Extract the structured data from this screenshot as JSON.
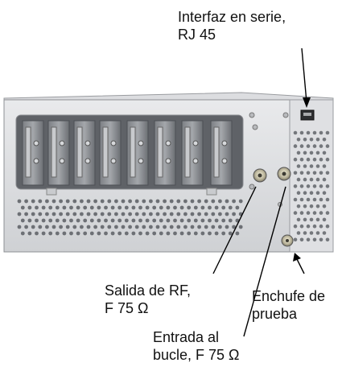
{
  "callouts": {
    "serial_interface": {
      "line1": "Interfaz en serie,",
      "line2": "RJ 45"
    },
    "rf_output": {
      "line1": "Salida de RF,",
      "line2": "F 75 Ω"
    },
    "test_socket": {
      "line1": "Enchufe de",
      "line2": "prueba"
    },
    "loop_input": {
      "line1": "Entrada al",
      "line2": "bucle, F 75 Ω"
    }
  }
}
